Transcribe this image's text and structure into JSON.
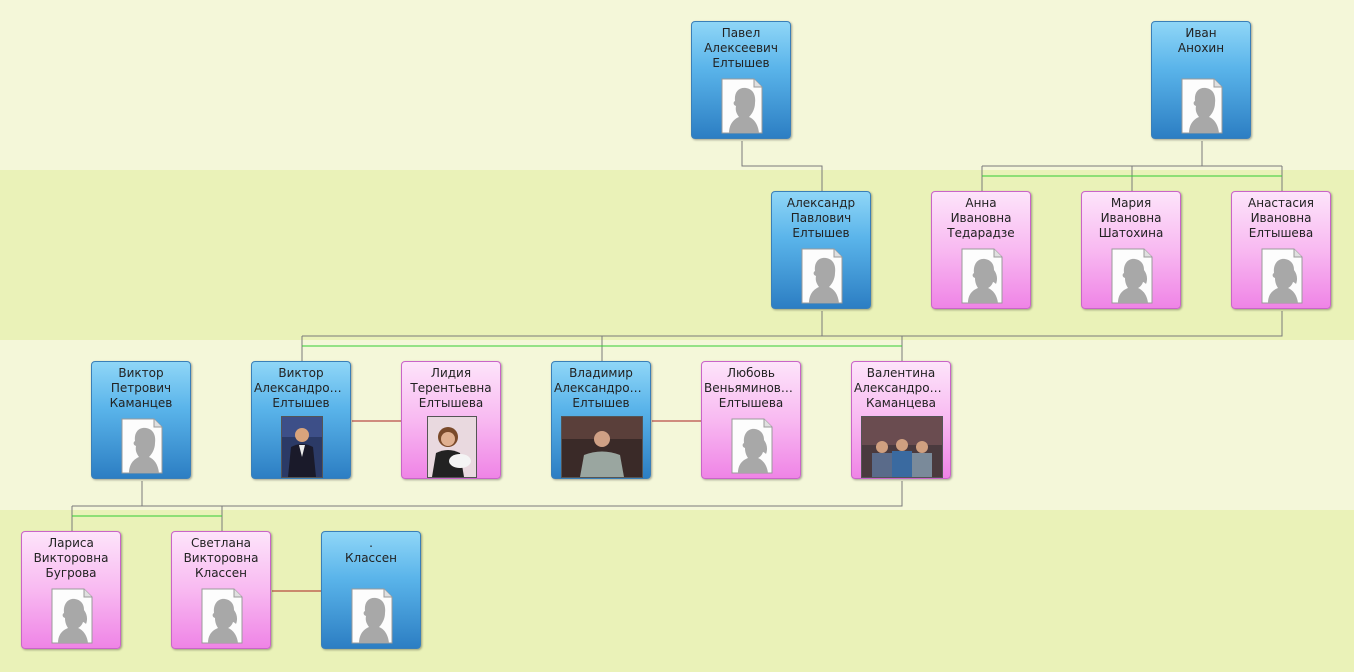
{
  "tree": {
    "people": [
      {
        "id": "pavel",
        "lines": [
          "Павел",
          "Алексеевич",
          "Елтышев"
        ],
        "gender": "male",
        "photo": "silhouette"
      },
      {
        "id": "ivan",
        "lines": [
          "Иван",
          "Анохин"
        ],
        "gender": "male",
        "photo": "silhouette"
      },
      {
        "id": "aleksandr",
        "lines": [
          "Александр",
          "Павлович",
          "Елтышев"
        ],
        "gender": "male",
        "photo": "silhouette"
      },
      {
        "id": "anna",
        "lines": [
          "Анна",
          "Ивановна",
          "Тедарадзе"
        ],
        "gender": "female",
        "photo": "silhouette"
      },
      {
        "id": "maria",
        "lines": [
          "Мария",
          "Ивановна",
          "Шатохина"
        ],
        "gender": "female",
        "photo": "silhouette"
      },
      {
        "id": "anastasia",
        "lines": [
          "Анастасия",
          "Ивановна",
          "Елтышева"
        ],
        "gender": "female",
        "photo": "silhouette"
      },
      {
        "id": "viktor-k",
        "lines": [
          "Виктор",
          "Петрович",
          "Каманцев"
        ],
        "gender": "male",
        "photo": "silhouette"
      },
      {
        "id": "viktor-e",
        "lines": [
          "Виктор",
          "Александров...",
          "Елтышев"
        ],
        "gender": "male",
        "photo": "photo-man-suit"
      },
      {
        "id": "lidia",
        "lines": [
          "Лидия",
          "Терентьевна",
          "Елтышева"
        ],
        "gender": "female",
        "photo": "photo-woman-baby"
      },
      {
        "id": "vladimir",
        "lines": [
          "Владимир",
          "Александров...",
          "Елтышев"
        ],
        "gender": "male",
        "photo": "photo-man-seated"
      },
      {
        "id": "lyubov",
        "lines": [
          "Любовь",
          "Веньяминовн...",
          "Елтышева"
        ],
        "gender": "female",
        "photo": "silhouette"
      },
      {
        "id": "valentina",
        "lines": [
          "Валентина",
          "Александров...",
          "Каманцева"
        ],
        "gender": "female",
        "photo": "photo-group"
      },
      {
        "id": "larisa",
        "lines": [
          "Лариса",
          "Викторовна",
          "Бугрова"
        ],
        "gender": "female",
        "photo": "silhouette"
      },
      {
        "id": "svetlana",
        "lines": [
          "Светлана",
          "Викторовна",
          "Классен"
        ],
        "gender": "female",
        "photo": "silhouette"
      },
      {
        "id": "klassen",
        "lines": [
          ".",
          "Классен"
        ],
        "gender": "male",
        "photo": "silhouette"
      }
    ],
    "colors": {
      "male_top": "#8fd6f7",
      "male_bottom": "#2c7ec3",
      "female_top": "#fde4fa",
      "female_bottom": "#ef84e6",
      "parent_line": "#7a7a7a",
      "sibling_line": "#33cc33",
      "spouse_line": "#aa2222"
    }
  }
}
